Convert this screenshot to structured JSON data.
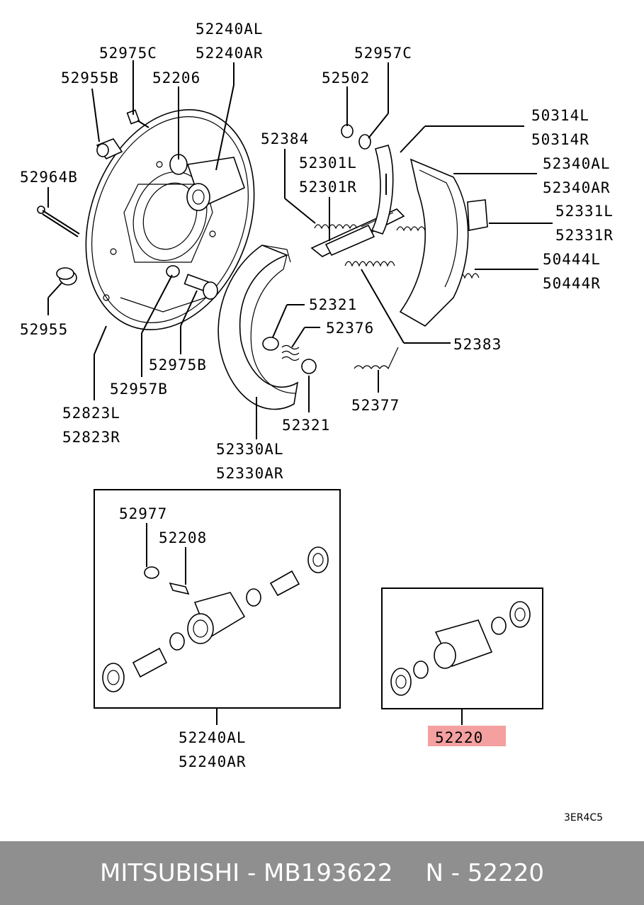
{
  "parts": {
    "p52240AL_top": "52240AL",
    "p52240AR_top": "52240AR",
    "p52975C": "52975C",
    "p52955B": "52955B",
    "p52206": "52206",
    "p52964B": "52964B",
    "p52955": "52955",
    "p52975B": "52975B",
    "p52957B": "52957B",
    "p52823L": "52823L",
    "p52823R": "52823R",
    "p52957C": "52957C",
    "p52502": "52502",
    "p52384": "52384",
    "p52301L": "52301L",
    "p52301R": "52301R",
    "p50314L": "50314L",
    "p50314R": "50314R",
    "p52340AL": "52340AL",
    "p52340AR": "52340AR",
    "p52331L": "52331L",
    "p52331R": "52331R",
    "p50444L": "50444L",
    "p50444R": "50444R",
    "p52321_a": "52321",
    "p52376": "52376",
    "p52383": "52383",
    "p52377": "52377",
    "p52321_b": "52321",
    "p52330AL": "52330AL",
    "p52330AR": "52330AR",
    "p52977": "52977",
    "p52208": "52208",
    "p52240AL_bot": "52240AL",
    "p52240AR_bot": "52240AR",
    "p52220": "52220"
  },
  "highlight_color": "#f08080",
  "diagram_code": "3ER4C5",
  "footer": {
    "brand_part": "MITSUBISHI - MB193622",
    "ref": "N - 52220"
  }
}
